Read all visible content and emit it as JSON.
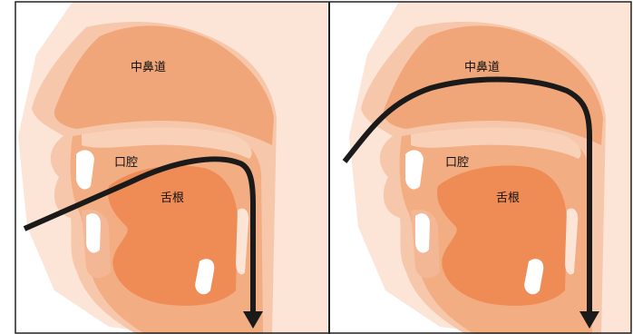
{
  "colors": {
    "background": "#ffffff",
    "skin_light": "#fce4d6",
    "skin_mid": "#f6c7aa",
    "tissue": "#f2ad83",
    "nasal": "#f0a678",
    "tongue": "#ef8b55",
    "gums": "#f4b796",
    "teeth": "#ffffff",
    "arrow": "#1a1a1a",
    "border": "#222222"
  },
  "panels": [
    {
      "nasal_label": "中鼻道",
      "oral_label": "口腔",
      "tongue_label": "舌根",
      "route": "mouth"
    },
    {
      "nasal_label": "中鼻道",
      "oral_label": "口腔",
      "tongue_label": "舌根",
      "route": "nose"
    }
  ]
}
